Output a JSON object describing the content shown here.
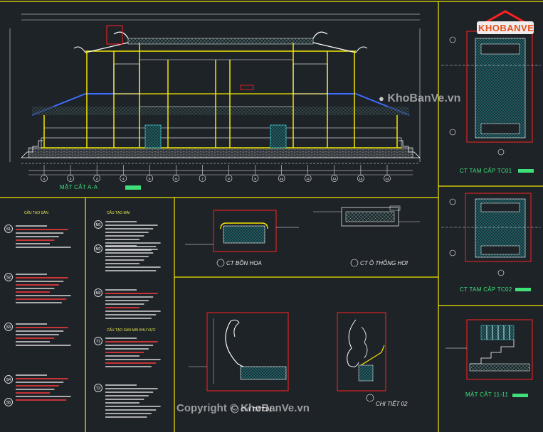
{
  "section_main": {
    "title": "MẶT CẮT A-A",
    "axis_labels": [
      "1",
      "2",
      "3",
      "4",
      "5",
      "6",
      "7",
      "8",
      "9",
      "10",
      "11",
      "12",
      "13",
      "14"
    ]
  },
  "details": {
    "bon_hoa": "CT BỒN HOA",
    "o_thong_hoi": "CT Ô THÔNG HƠI",
    "chi_tiet_01": "CHI TIẾT 01",
    "chi_tiet_02": "CHI TIẾT 02",
    "tam_cap_tc01": "CT TAM CẤP TC01",
    "tam_cap_tc02": "CT TAM CẤP TC02",
    "mat_cat_11": "MẶT CẮT 11-11"
  },
  "notes": {
    "left_heading": "CẤU TẠO SÀN",
    "mid_heading": "CẤU TẠO MÁI",
    "mid_heading_2": "CẤU TẠO SÀN MÁI KHU VỰC",
    "left_tags": [
      "S1",
      "S2",
      "S3",
      "S4",
      "S5"
    ],
    "mid_tags": [
      "M1",
      "M2",
      "M3",
      "T1",
      "T2"
    ]
  },
  "watermark": {
    "brand": "KhoBanVe.vn",
    "copyright": "Copyright © KhoBanVe.vn",
    "logo_text": "KHOBANVE"
  },
  "colors": {
    "background": "#1e2328",
    "frame": "#f2e600",
    "line": "#ffffff",
    "accent_red": "#ff2020",
    "caption_green": "#3fe07a",
    "hatch_cyan": "#3fc4c4",
    "column_yellow": "#f2e600"
  }
}
